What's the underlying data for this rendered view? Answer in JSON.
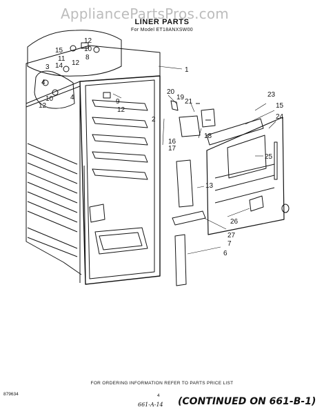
{
  "watermark": "AppliancePartsPros.com",
  "title": "LINER PARTS",
  "subtitle": "For Model ET18ANXSW00",
  "callouts": {
    "c1": "1",
    "c2": "2",
    "c3": "3",
    "c4": "4",
    "c6": "6",
    "c7": "7",
    "c9": "9",
    "c10a": "10",
    "c10b": "10",
    "c12a": "12",
    "c12b": "12",
    "c12c": "12",
    "c12d": "12",
    "c13": "13",
    "c14": "14",
    "c15a": "15",
    "c15b": "15",
    "c16": "16",
    "c17": "17",
    "c18": "18",
    "c19": "19",
    "c20": "20",
    "c21": "21",
    "c23": "23",
    "c24": "24",
    "c25": "25",
    "c26": "26",
    "c27": "27",
    "c8": "8",
    "c11": "11"
  },
  "footer": {
    "ordering_note": "FOR ORDERING INFORMATION REFER TO PARTS PRICE LIST",
    "part_code": "879634",
    "page_number": "4",
    "ref_note": "661-A-14",
    "continued": "(CONTINUED ON 661-B-1)"
  }
}
